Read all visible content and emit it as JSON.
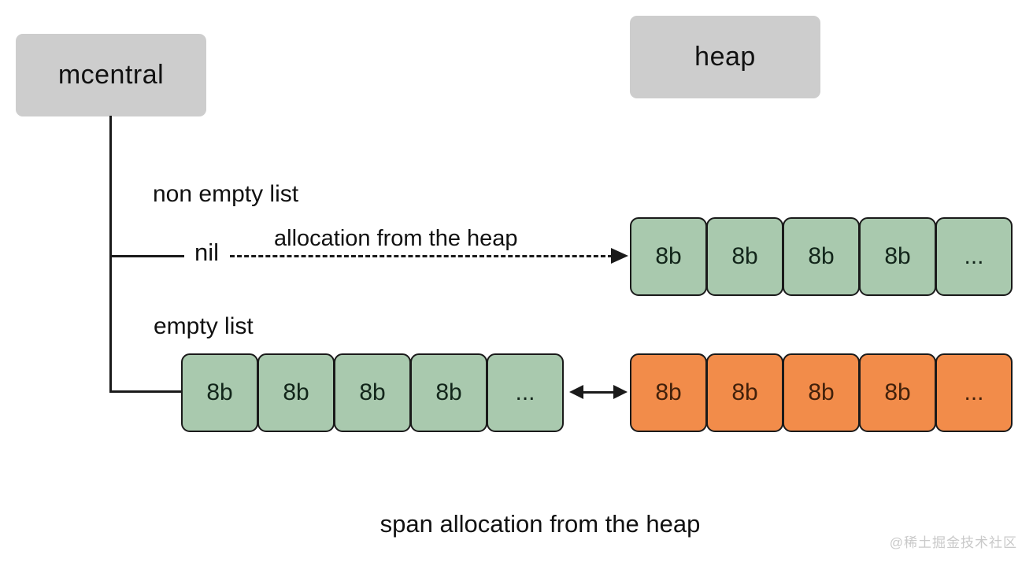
{
  "nodes": {
    "mcentral": {
      "label": "mcentral"
    },
    "heap": {
      "label": "heap"
    }
  },
  "labels": {
    "non_empty_list": "non empty list",
    "nil": "nil",
    "allocation_arrow": "allocation from the heap",
    "empty_list": "empty list",
    "caption": "span allocation from the heap",
    "watermark": "@稀土掘金技术社区"
  },
  "rows": {
    "non_empty_spans": {
      "cells": [
        "8b",
        "8b",
        "8b",
        "8b",
        "..."
      ]
    },
    "empty_spans": {
      "cells": [
        "8b",
        "8b",
        "8b",
        "8b",
        "..."
      ]
    },
    "heap_spans": {
      "cells": [
        "8b",
        "8b",
        "8b",
        "8b",
        "..."
      ]
    }
  },
  "colors": {
    "gray_node": "#cdcdcd",
    "green_cell": "#a9c9ae",
    "orange_cell": "#f28c4a",
    "line": "#1a1a1a",
    "watermark_gray": "#c9c9c9"
  }
}
